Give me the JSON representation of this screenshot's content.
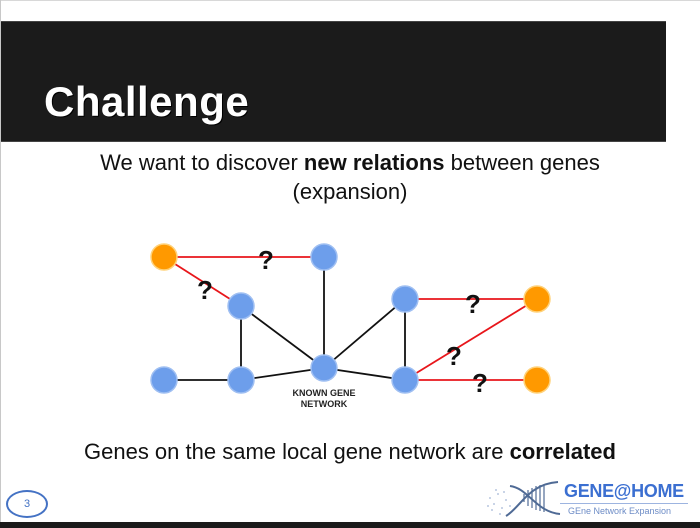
{
  "slide": {
    "title": "Challenge",
    "subtitle_pre": "We want to discover ",
    "subtitle_bold": "new relations",
    "subtitle_post": " between genes",
    "subtitle_line2": "(expansion)",
    "bottom_pre": "Genes on the same local gene network are ",
    "bottom_bold": "correlated",
    "page_number": "3"
  },
  "diagram": {
    "network_label_line1": "KNOWN GENE",
    "network_label_line2": "NETWORK",
    "question_mark": "?",
    "colors": {
      "known_node": "#6d9eeb",
      "candidate_node": "#ff9900",
      "known_edge": "#111111",
      "candidate_edge": "#e8161b"
    }
  },
  "logo": {
    "title": "GENE@HOME",
    "subtitle": "GEne Network Expansion",
    "color": "#3b6fd1"
  }
}
